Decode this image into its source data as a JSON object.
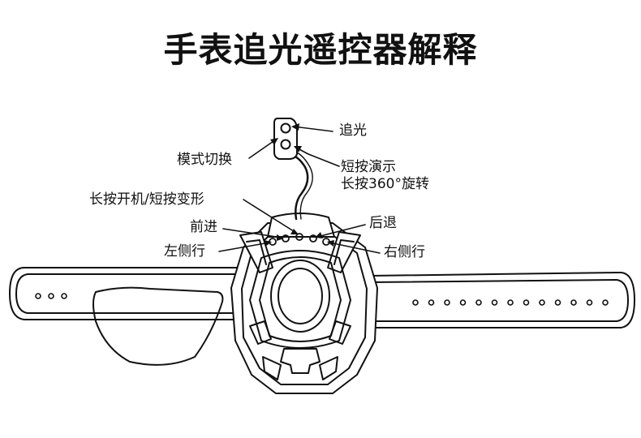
{
  "title": "手表追光遥控器解释",
  "labels": {
    "chase_light": "追光",
    "mode_switch": "模式切换",
    "demo_line1": "短按演示",
    "demo_line2": "长按360°旋转",
    "power_transform": "长按开机/短按变形",
    "backward": "后退",
    "forward": "前进",
    "turn_left": "左侧行",
    "turn_right": "右侧行"
  },
  "strap": {
    "left_holes": 3,
    "right_holes": 13
  },
  "colors": {
    "line": "#111111",
    "background": "#ffffff"
  }
}
